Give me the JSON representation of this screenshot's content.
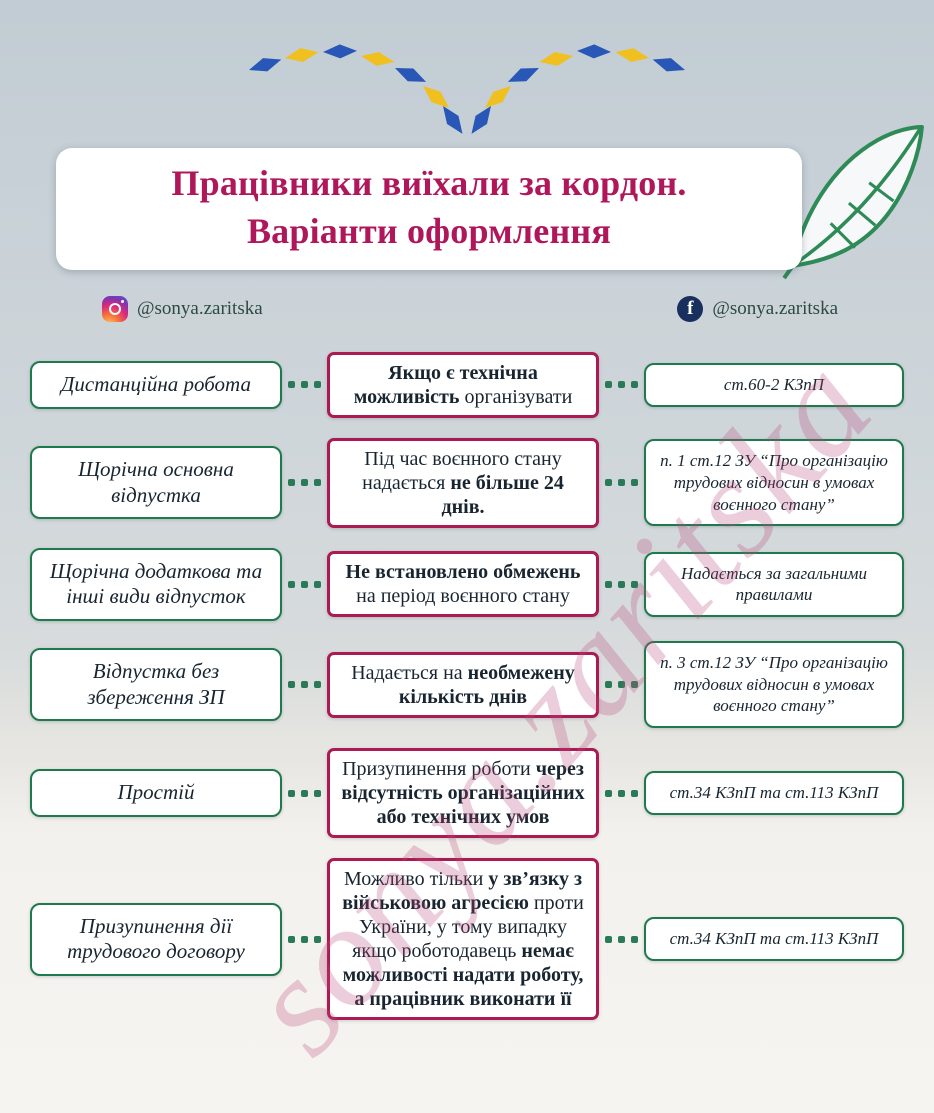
{
  "title": {
    "line1": "Працівники виїхали за кордон.",
    "line2": "Варіанти оформлення"
  },
  "social": {
    "instagram": {
      "icon": "instagram-icon",
      "handle": "@sonya.zaritska"
    },
    "facebook": {
      "icon": "facebook-icon",
      "glyph": "f",
      "handle": "@sonya.zaritska"
    }
  },
  "watermark": "sonya.zaritska",
  "icons": {
    "decoration": "flag-leaves-decoration",
    "feather": "feather-icon"
  },
  "colors": {
    "title_crimson": "#b0175a",
    "box_green_border": "#1e7a4c",
    "box_crimson_border": "#ab1a52",
    "connector_dots": "#2a7a58",
    "flag_blue": "#2857b8",
    "flag_yellow": "#f0c020",
    "feather_green": "#2e8b57"
  },
  "rows": [
    {
      "left": "Дистанційна робота",
      "middle": [
        {
          "text": "Якщо є технічна можливість",
          "bold": true
        },
        {
          "text": " організувати",
          "bold": false
        }
      ],
      "right": "ст.60-2 КЗпП"
    },
    {
      "left": "Щорічна основна відпустка",
      "middle": [
        {
          "text": "Під час воєнного стану надається ",
          "bold": false
        },
        {
          "text": "не більше 24 днів.",
          "bold": true
        }
      ],
      "right": "п. 1 ст.12 ЗУ “Про організацію трудових відносин в умовах воєнного стану”"
    },
    {
      "left": "Щорічна додаткова та інші види відпусток",
      "middle": [
        {
          "text": "Не встановлено обмежень",
          "bold": true
        },
        {
          "text": " на період воєнного стану",
          "bold": false
        }
      ],
      "right": "Надається за загальними правилами"
    },
    {
      "left": "Відпустка без збереження ЗП",
      "middle": [
        {
          "text": "Надається на ",
          "bold": false
        },
        {
          "text": "необмежену кількість днів",
          "bold": true
        }
      ],
      "right": "п. 3 ст.12 ЗУ “Про організацію трудових відносин в умовах воєнного стану”"
    },
    {
      "left": "Простій",
      "middle": [
        {
          "text": "Призупинення роботи ",
          "bold": false
        },
        {
          "text": "через відсутність організаційних або технічних умов",
          "bold": true
        }
      ],
      "right": "ст.34 КЗпП та ст.113 КЗпП"
    },
    {
      "left": "Призупинення дії трудового договору",
      "middle": [
        {
          "text": "Можливо тільки ",
          "bold": false
        },
        {
          "text": "у зв’язку з військовою агресією",
          "bold": true
        },
        {
          "text": " проти України, у тому випадку якщо роботодавець ",
          "bold": false
        },
        {
          "text": "немає можливості надати роботу, а працівник виконати її",
          "bold": true
        }
      ],
      "right": "ст.34 КЗпП та ст.113 КЗпП"
    }
  ]
}
